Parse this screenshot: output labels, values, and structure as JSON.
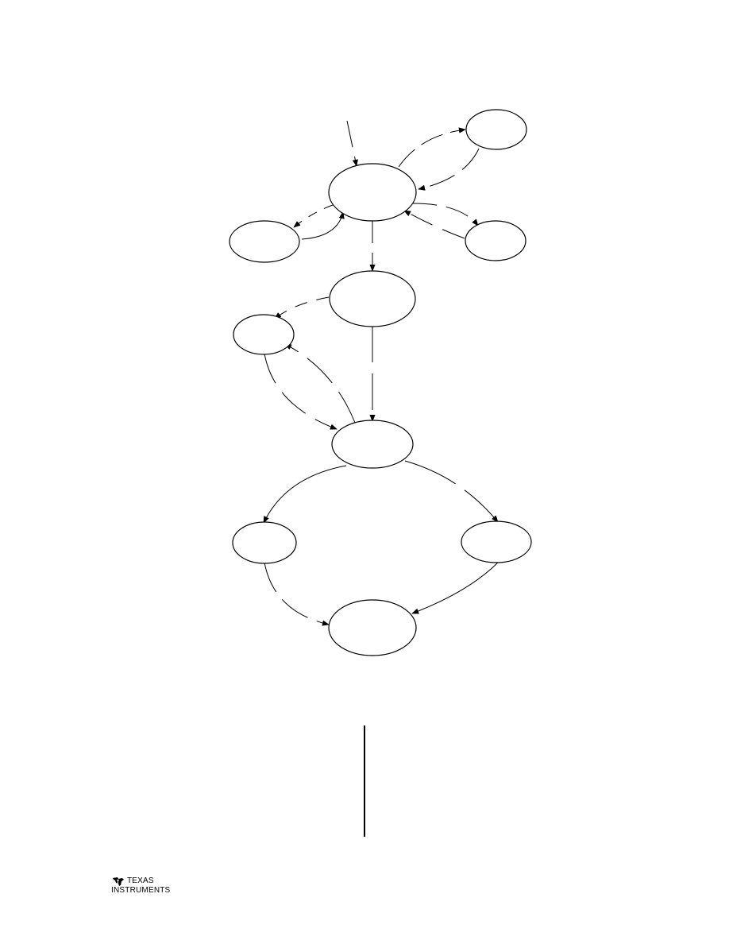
{
  "diagram": {
    "nodes": [
      {
        "id": "n-top-right",
        "label": ""
      },
      {
        "id": "n-main",
        "label": ""
      },
      {
        "id": "n-left",
        "label": ""
      },
      {
        "id": "n-right",
        "label": ""
      },
      {
        "id": "n-mid",
        "label": ""
      },
      {
        "id": "n-mid-left",
        "label": ""
      },
      {
        "id": "n-center",
        "label": ""
      },
      {
        "id": "n-bottom-left",
        "label": ""
      },
      {
        "id": "n-bottom-right",
        "label": ""
      },
      {
        "id": "n-bottom",
        "label": ""
      }
    ],
    "edge_count": 15,
    "line_style": "dashed",
    "colors": {
      "stroke": "#000000",
      "fill": "#ffffff"
    }
  },
  "footer": {
    "logo_line_1": "TEXAS",
    "logo_line_2": "INSTRUMENTS"
  }
}
